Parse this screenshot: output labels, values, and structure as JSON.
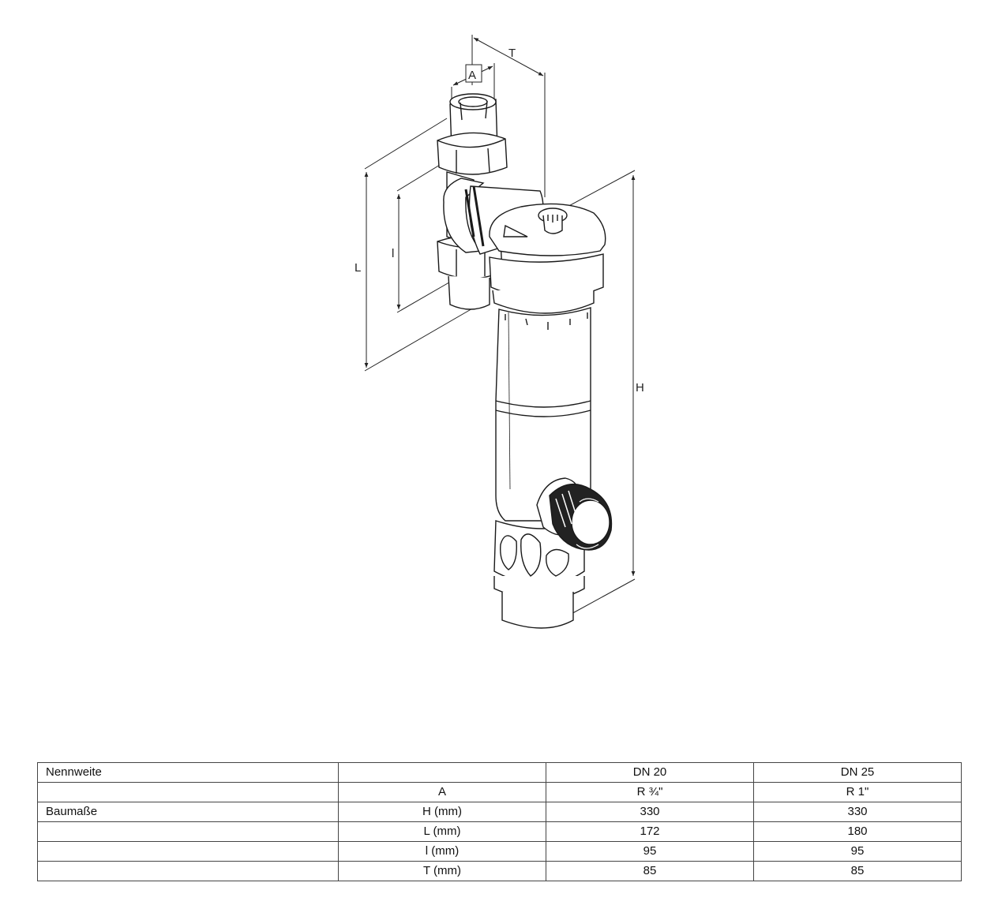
{
  "drawing": {
    "dim_labels": {
      "T": "T",
      "A": "A",
      "L": "L",
      "l": "l",
      "H": "H"
    }
  },
  "table": {
    "rows": [
      [
        "Nennweite",
        "",
        "DN 20",
        "DN 25"
      ],
      [
        "",
        "A",
        "R ¾\"",
        "R 1\""
      ],
      [
        "Baumaße",
        "H (mm)",
        "330",
        "330"
      ],
      [
        "",
        "L (mm)",
        "172",
        "180"
      ],
      [
        "",
        "l (mm)",
        "95",
        "95"
      ],
      [
        "",
        "T (mm)",
        "85",
        "85"
      ]
    ]
  },
  "colors": {
    "line": "#1a1a1a",
    "fill": "#ffffff",
    "dark": "#222222"
  }
}
